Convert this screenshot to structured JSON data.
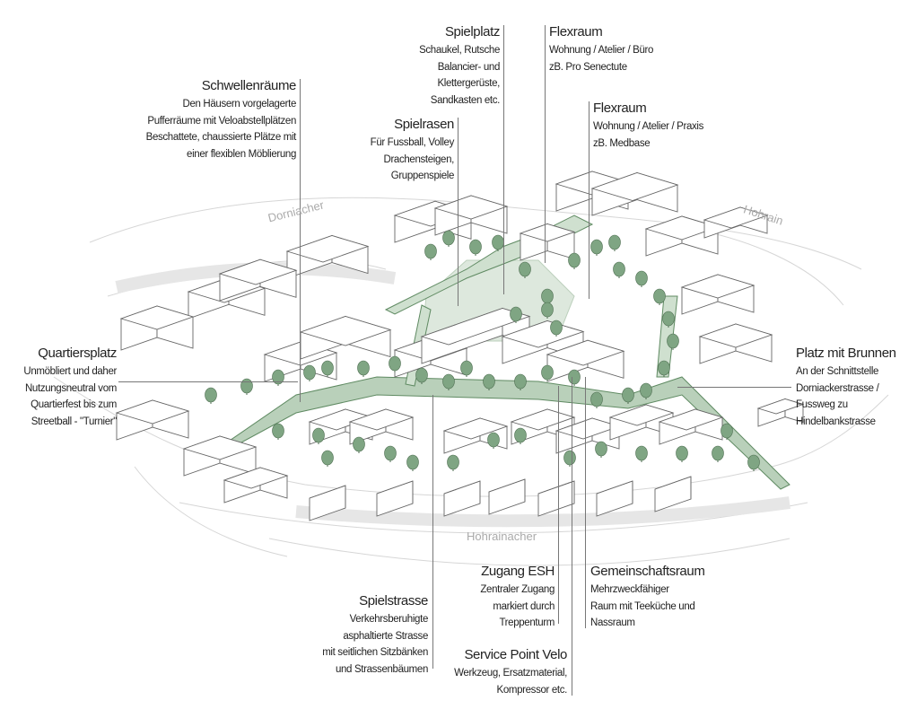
{
  "annotations": {
    "schwellenraeume": {
      "title": "Schwellenräume",
      "lines": [
        "Den Häusern vorgelagerte",
        "Pufferräume mit Veloabstellplätzen",
        "Beschattete, chaussierte Plätze mit",
        "einer flexiblen Möblierung"
      ]
    },
    "spielplatz": {
      "title": "Spielplatz",
      "lines": [
        "Schaukel, Rutsche",
        "Balancier- und",
        "Klettergerüste,",
        "Sandkasten etc."
      ]
    },
    "flexraum1": {
      "title": "Flexraum",
      "lines": [
        "Wohnung / Atelier / Büro",
        "zB. Pro Senectute"
      ]
    },
    "flexraum2": {
      "title": "Flexraum",
      "lines": [
        "Wohnung / Atelier / Praxis",
        "zB. Medbase"
      ]
    },
    "spielrasen": {
      "title": "Spielrasen",
      "lines": [
        "Für Fussball, Volley",
        "Drachensteigen,",
        "Gruppenspiele"
      ]
    },
    "quartiersplatz": {
      "title": "Quartiersplatz",
      "lines": [
        "Unmöbliert und daher",
        "Nutzungsneutral vom",
        "Quartierfest bis zum",
        "Streetball - \"Turnier\""
      ]
    },
    "platz_brunnen": {
      "title": "Platz mit Brunnen",
      "lines": [
        "An der Schnittstelle",
        "Dorniackerstrasse /",
        "Fussweg zu",
        "Hindelbankstrasse"
      ]
    },
    "spielstrasse": {
      "title": "Spielstrasse",
      "lines": [
        "Verkehrsberuhigte",
        "asphaltierte Strasse",
        "mit seitlichen Sitzbänken",
        "und Strassenbäumen"
      ]
    },
    "zugang_esh": {
      "title": "Zugang ESH",
      "lines": [
        "Zentraler Zugang",
        "markiert durch",
        "Treppenturm"
      ]
    },
    "gemeinschaftsraum": {
      "title": "Gemeinschaftsraum",
      "lines": [
        "Mehrzweckfähiger",
        "Raum mit Teeküche und",
        "Nassraum"
      ]
    },
    "service_point": {
      "title": "Service Point Velo",
      "lines": [
        "Werkzeug, Ersatzmaterial,",
        "Kompressor etc."
      ]
    }
  },
  "streets": {
    "dorniacher": "Dorniacher",
    "hohrain": "Hohrain",
    "hohrainacher": "Hohrainacher"
  },
  "colors": {
    "green": "#5f8a62",
    "green_light": "#cfe0cf",
    "tree": "#7fa583",
    "line": "#555555"
  }
}
